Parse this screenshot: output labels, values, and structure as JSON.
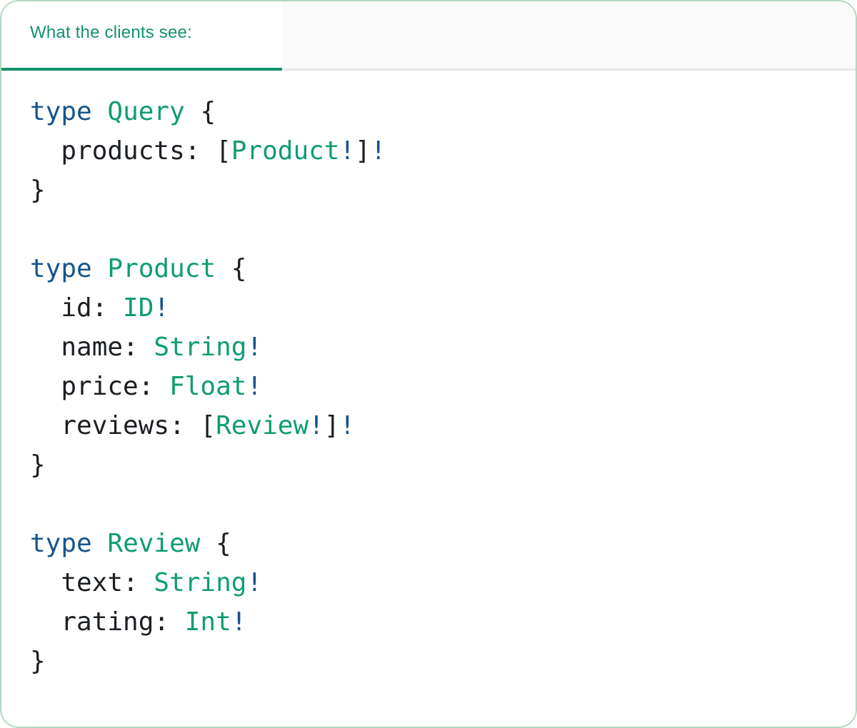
{
  "tab": {
    "label": "What the clients see:"
  },
  "colors": {
    "accent": "#12916e",
    "underline_active": "#12916e",
    "underline_inactive": "#e7e7e7",
    "tabbar_bg": "#fafafa",
    "card_border": "#b2d8bf",
    "card_bg": "#ffffff",
    "keyword": "#17548c",
    "type": "#0f9d73",
    "plain": "#1b1f23"
  },
  "code": {
    "language": "graphql",
    "lines": [
      [
        [
          "type",
          "keyword"
        ],
        [
          " ",
          "plain"
        ],
        [
          "Query",
          "type"
        ],
        [
          " {",
          "plain"
        ]
      ],
      [
        [
          "  products: [",
          "plain"
        ],
        [
          "Product",
          "type"
        ],
        [
          "!",
          "keyword"
        ],
        [
          "]",
          "plain"
        ],
        [
          "!",
          "keyword"
        ]
      ],
      [
        [
          "}",
          "plain"
        ]
      ],
      [],
      [
        [
          "type",
          "keyword"
        ],
        [
          " ",
          "plain"
        ],
        [
          "Product",
          "type"
        ],
        [
          " {",
          "plain"
        ]
      ],
      [
        [
          "  id: ",
          "plain"
        ],
        [
          "ID",
          "type"
        ],
        [
          "!",
          "keyword"
        ]
      ],
      [
        [
          "  name: ",
          "plain"
        ],
        [
          "String",
          "type"
        ],
        [
          "!",
          "keyword"
        ]
      ],
      [
        [
          "  price: ",
          "plain"
        ],
        [
          "Float",
          "type"
        ],
        [
          "!",
          "keyword"
        ]
      ],
      [
        [
          "  reviews: [",
          "plain"
        ],
        [
          "Review",
          "type"
        ],
        [
          "!",
          "keyword"
        ],
        [
          "]",
          "plain"
        ],
        [
          "!",
          "keyword"
        ]
      ],
      [
        [
          "}",
          "plain"
        ]
      ],
      [],
      [
        [
          "type",
          "keyword"
        ],
        [
          " ",
          "plain"
        ],
        [
          "Review",
          "type"
        ],
        [
          " {",
          "plain"
        ]
      ],
      [
        [
          "  text: ",
          "plain"
        ],
        [
          "String",
          "type"
        ],
        [
          "!",
          "keyword"
        ]
      ],
      [
        [
          "  rating: ",
          "plain"
        ],
        [
          "Int",
          "type"
        ],
        [
          "!",
          "keyword"
        ]
      ],
      [
        [
          "}",
          "plain"
        ]
      ]
    ]
  }
}
